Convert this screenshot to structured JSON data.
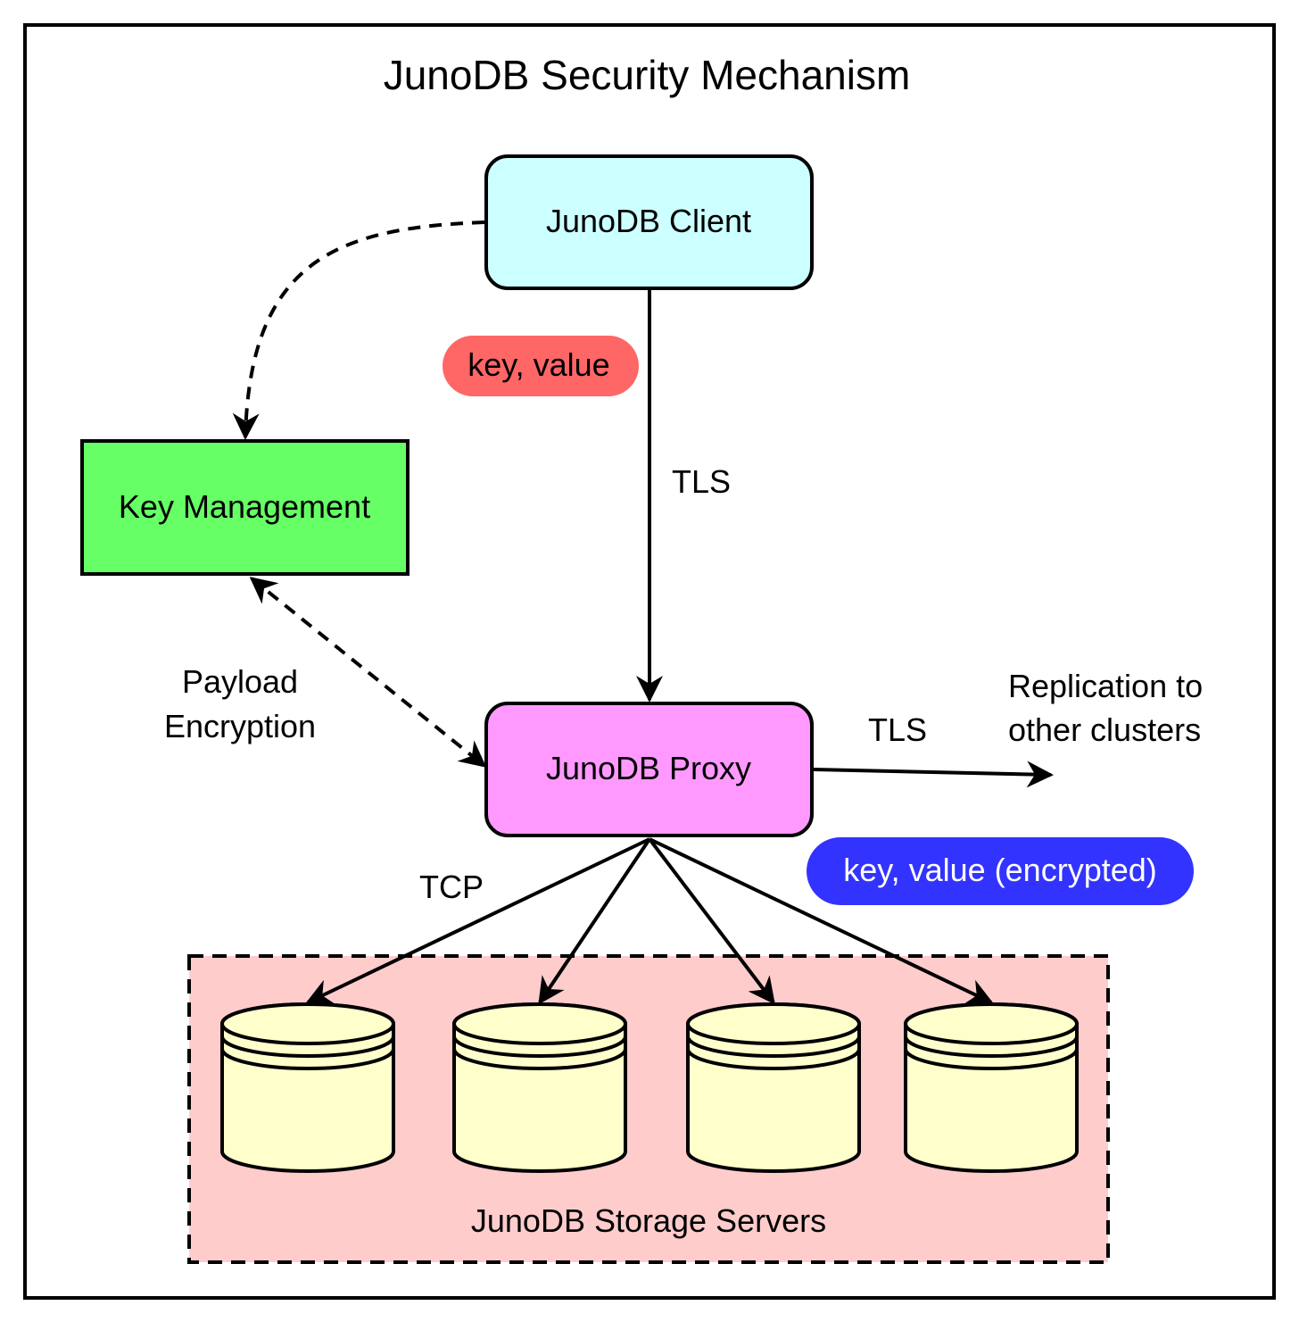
{
  "title": "JunoDB Security Mechanism",
  "nodes": {
    "client": {
      "label": "JunoDB Client",
      "fill": "#ccffff"
    },
    "key_management": {
      "label": "Key Management",
      "fill": "#66ff66"
    },
    "proxy": {
      "label": "JunoDB Proxy",
      "fill": "#ff99ff"
    },
    "storage_group": {
      "label": "JunoDB Storage Servers",
      "fill": "#ffcccc"
    },
    "storage_servers": [
      {
        "fill": "#ffffcc"
      },
      {
        "fill": "#ffffcc"
      },
      {
        "fill": "#ffffcc"
      },
      {
        "fill": "#ffffcc"
      }
    ]
  },
  "badges": {
    "plain": {
      "label": "key, value",
      "fill": "#ff6666",
      "text_color": "#000000"
    },
    "encrypted": {
      "label": "key, value (encrypted)",
      "fill": "#3333ff",
      "text_color": "#ffffff"
    }
  },
  "edge_labels": {
    "client_proxy": "TLS",
    "proxy_replication": "TLS",
    "replication_target_line1": "Replication to",
    "replication_target_line2": "other clusters",
    "payload_line1": "Payload",
    "payload_line2": "Encryption",
    "proxy_storage": "TCP"
  }
}
